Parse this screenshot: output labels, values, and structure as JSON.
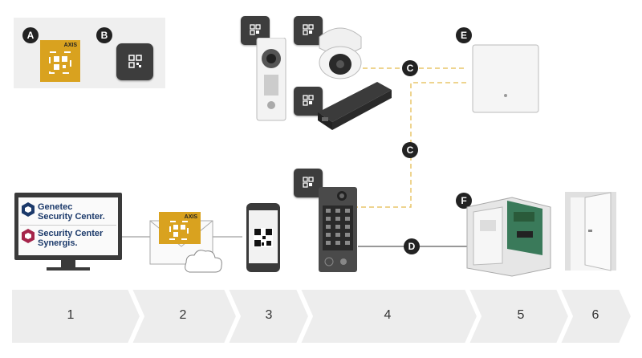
{
  "legend": {
    "badge_a": "A",
    "badge_b": "B",
    "card_logo": "AXIS"
  },
  "badges": {
    "c_top": "C",
    "c_mid": "C",
    "d": "D",
    "e": "E",
    "f": "F"
  },
  "monitor": {
    "genetec_line1": "Genetec",
    "genetec_line2": "Security Center.",
    "synergis_line1": "Security Center",
    "synergis_line2": "Synergis."
  },
  "mail_card_logo": "AXIS",
  "steps": [
    "1",
    "2",
    "3",
    "4",
    "5",
    "6"
  ],
  "colors": {
    "badge": "#222222",
    "card": "#d9a21f",
    "dashed_line": "#e8c56a",
    "step_bar": "#ededed"
  }
}
